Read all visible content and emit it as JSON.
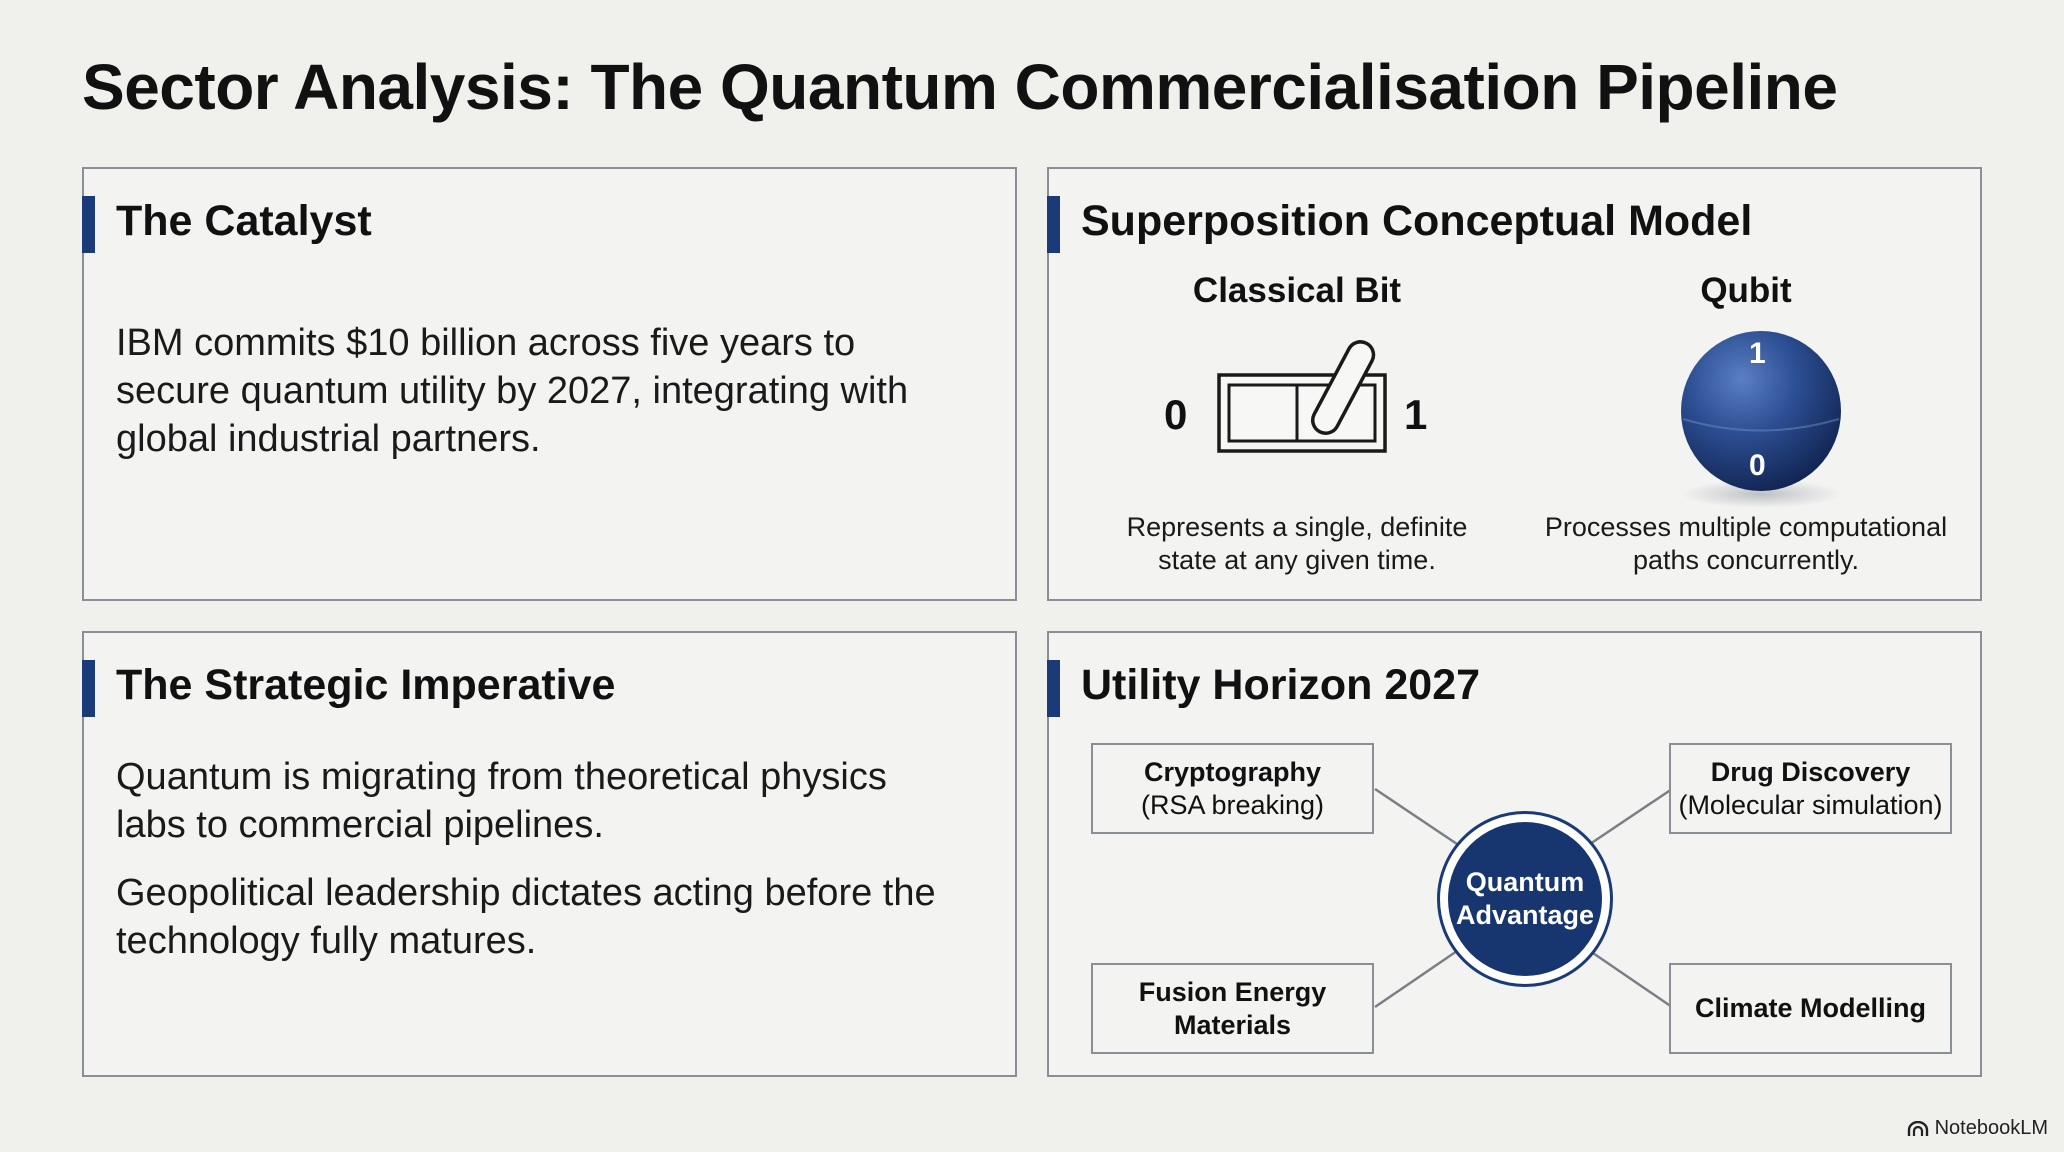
{
  "title": "Sector Analysis: The Quantum Commercialisation Pipeline",
  "catalyst": {
    "title": "The Catalyst",
    "lines": [
      "IBM commits $10 billion across five years to",
      "secure quantum utility by 2027, integrating with",
      "global industrial partners."
    ]
  },
  "superposition": {
    "title": "Superposition Conceptual Model",
    "classical": {
      "label": "Classical Bit",
      "zero": "0",
      "one": "1",
      "caption_lines": [
        "Represents a single, definite",
        "state at any given time."
      ]
    },
    "qubit": {
      "label": "Qubit",
      "top": "1",
      "bottom": "0",
      "caption_lines": [
        "Processes multiple computational",
        "paths concurrently."
      ]
    }
  },
  "strategic": {
    "title": "The Strategic Imperative",
    "paragraphs": [
      [
        "Quantum is migrating from theoretical physics",
        "labs to commercial pipelines."
      ],
      [
        "Geopolitical leadership dictates acting before the",
        "technology fully matures."
      ]
    ]
  },
  "utility": {
    "title": "Utility Horizon 2027",
    "hub": [
      "Quantum",
      "Advantage"
    ],
    "nodes": {
      "crypto": {
        "title": "Cryptography",
        "sub": "(RSA breaking)"
      },
      "drug": {
        "title": "Drug Discovery",
        "sub": "(Molecular simulation)"
      },
      "fusion": {
        "title": "Fusion Energy",
        "sub": "Materials"
      },
      "climate": {
        "title": "Climate Modelling",
        "sub": ""
      }
    }
  },
  "brand": "NotebookLM",
  "colors": {
    "accent": "#1a3a78",
    "border": "#8a8f96",
    "background": "#f0f0ed"
  }
}
